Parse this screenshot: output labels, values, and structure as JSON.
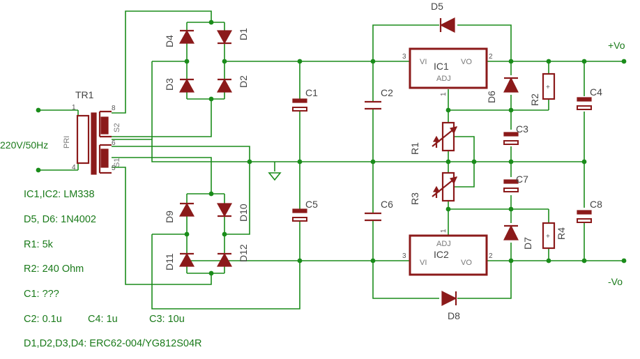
{
  "labels": {
    "tr1": "TR1",
    "pri": "PRI",
    "s1": "S1",
    "s2": "S2",
    "pin1": "1",
    "pin4": "4",
    "pin8": "8",
    "pin6": "6",
    "pin5": "5",
    "ac_input": "220V/50Hz",
    "d1": "D1",
    "d2": "D2",
    "d3": "D3",
    "d4": "D4",
    "d5": "D5",
    "d6": "D6",
    "d7": "D7",
    "d8": "D8",
    "d9": "D9",
    "d10": "D10",
    "d11": "D11",
    "d12": "D12",
    "c1": "C1",
    "c2": "C2",
    "c3": "C3",
    "c4": "C4",
    "c5": "C5",
    "c6": "C6",
    "c7": "C7",
    "c8": "C8",
    "r1": "R1",
    "r2": "R2",
    "r3": "R3",
    "r4": "R4",
    "ic1": "IC1",
    "ic2": "IC2",
    "vi": "VI",
    "vo": "VO",
    "adj": "ADJ",
    "ic_pin1": "1",
    "ic_pin2": "2",
    "ic_pin3": "3",
    "plus_vo": "+Vo",
    "minus_vo": "-Vo"
  },
  "notes": {
    "ic": "IC1,IC2: LM338",
    "d5d6": "D5, D6: 1N4002",
    "r1": "R1: 5k",
    "r2": "R2: 240 Ohm",
    "c1": "C1: ???",
    "c2": "C2: 0.1u",
    "c4": "C4: 1u",
    "c3": "C3: 10u",
    "diodes": "D1,D2,D3,D4: ERC62-004/YG812S04R"
  }
}
